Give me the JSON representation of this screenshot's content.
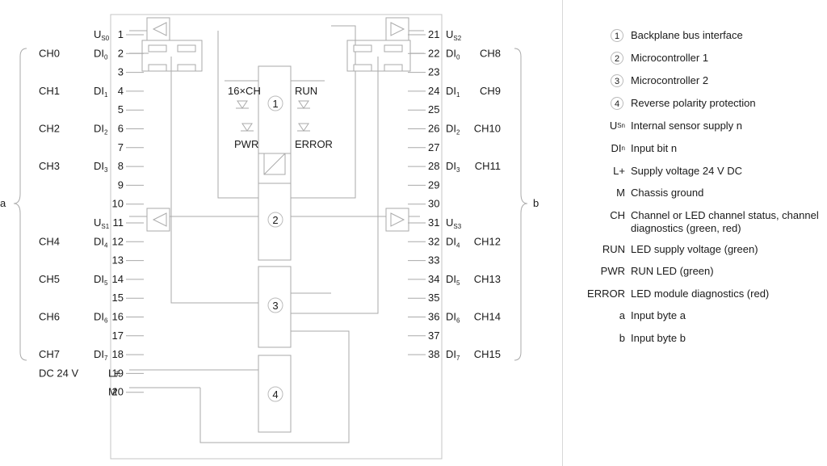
{
  "module": {
    "left_pins": [
      {
        "n": "1",
        "label": "U",
        "sub": "S0",
        "ch": ""
      },
      {
        "n": "2",
        "label": "DI",
        "sub": "0",
        "ch": "CH0"
      },
      {
        "n": "3",
        "label": "",
        "sub": "",
        "ch": ""
      },
      {
        "n": "4",
        "label": "DI",
        "sub": "1",
        "ch": "CH1"
      },
      {
        "n": "5",
        "label": "",
        "sub": "",
        "ch": ""
      },
      {
        "n": "6",
        "label": "DI",
        "sub": "2",
        "ch": "CH2"
      },
      {
        "n": "7",
        "label": "",
        "sub": "",
        "ch": ""
      },
      {
        "n": "8",
        "label": "DI",
        "sub": "3",
        "ch": "CH3"
      },
      {
        "n": "9",
        "label": "",
        "sub": "",
        "ch": ""
      },
      {
        "n": "10",
        "label": "",
        "sub": "",
        "ch": ""
      },
      {
        "n": "11",
        "label": "U",
        "sub": "S1",
        "ch": ""
      },
      {
        "n": "12",
        "label": "DI",
        "sub": "4",
        "ch": "CH4"
      },
      {
        "n": "13",
        "label": "",
        "sub": "",
        "ch": ""
      },
      {
        "n": "14",
        "label": "DI",
        "sub": "5",
        "ch": "CH5"
      },
      {
        "n": "15",
        "label": "",
        "sub": "",
        "ch": ""
      },
      {
        "n": "16",
        "label": "DI",
        "sub": "6",
        "ch": "CH6"
      },
      {
        "n": "17",
        "label": "",
        "sub": "",
        "ch": ""
      },
      {
        "n": "18",
        "label": "DI",
        "sub": "7",
        "ch": "CH7"
      },
      {
        "n": "19",
        "label": "L+",
        "sub": "",
        "ch": "DC 24 V"
      },
      {
        "n": "20",
        "label": "M",
        "sub": "",
        "ch": ""
      }
    ],
    "right_pins": [
      {
        "n": "21",
        "label": "U",
        "sub": "S2",
        "ch": ""
      },
      {
        "n": "22",
        "label": "DI",
        "sub": "0",
        "ch": "CH8"
      },
      {
        "n": "23",
        "label": "",
        "sub": "",
        "ch": ""
      },
      {
        "n": "24",
        "label": "DI",
        "sub": "1",
        "ch": "CH9"
      },
      {
        "n": "25",
        "label": "",
        "sub": "",
        "ch": ""
      },
      {
        "n": "26",
        "label": "DI",
        "sub": "2",
        "ch": "CH10"
      },
      {
        "n": "27",
        "label": "",
        "sub": "",
        "ch": ""
      },
      {
        "n": "28",
        "label": "DI",
        "sub": "3",
        "ch": "CH11"
      },
      {
        "n": "29",
        "label": "",
        "sub": "",
        "ch": ""
      },
      {
        "n": "30",
        "label": "",
        "sub": "",
        "ch": ""
      },
      {
        "n": "31",
        "label": "U",
        "sub": "S3",
        "ch": ""
      },
      {
        "n": "32",
        "label": "DI",
        "sub": "4",
        "ch": "CH12"
      },
      {
        "n": "33",
        "label": "",
        "sub": "",
        "ch": ""
      },
      {
        "n": "34",
        "label": "DI",
        "sub": "5",
        "ch": "CH13"
      },
      {
        "n": "35",
        "label": "",
        "sub": "",
        "ch": ""
      },
      {
        "n": "36",
        "label": "DI",
        "sub": "6",
        "ch": "CH14"
      },
      {
        "n": "37",
        "label": "",
        "sub": "",
        "ch": ""
      },
      {
        "n": "38",
        "label": "DI",
        "sub": "7",
        "ch": "CH15"
      }
    ],
    "brace_left": "a",
    "brace_right": "b",
    "leds": {
      "ch": "16×CH",
      "run": "RUN",
      "pwr": "PWR",
      "error": "ERROR"
    },
    "blocks": [
      "1",
      "2",
      "3",
      "4"
    ]
  },
  "legend": [
    {
      "key": "1",
      "circled": true,
      "text": "Backplane bus interface"
    },
    {
      "key": "2",
      "circled": true,
      "text": "Microcontroller 1"
    },
    {
      "key": "3",
      "circled": true,
      "text": "Microcontroller 2"
    },
    {
      "key": "4",
      "circled": true,
      "text": "Reverse polarity protection"
    },
    {
      "key": "U",
      "sub": "Sn",
      "circled": false,
      "text": "Internal sensor supply n"
    },
    {
      "key": "DI",
      "sub": "n",
      "circled": false,
      "text": "Input bit n"
    },
    {
      "key": "L+",
      "circled": false,
      "text": "Supply voltage 24 V DC"
    },
    {
      "key": "M",
      "circled": false,
      "text": "Chassis ground"
    },
    {
      "key": "CH",
      "circled": false,
      "text": "Channel or LED channel status, channel diagnostics (green, red)"
    },
    {
      "key": "RUN",
      "circled": false,
      "text": "LED supply voltage (green)"
    },
    {
      "key": "PWR",
      "circled": false,
      "text": "RUN LED (green)"
    },
    {
      "key": "ERROR",
      "circled": false,
      "text": "LED module diagnostics (red)"
    },
    {
      "key": "a",
      "circled": false,
      "text": "Input byte a"
    },
    {
      "key": "b",
      "circled": false,
      "text": "Input byte b"
    }
  ]
}
